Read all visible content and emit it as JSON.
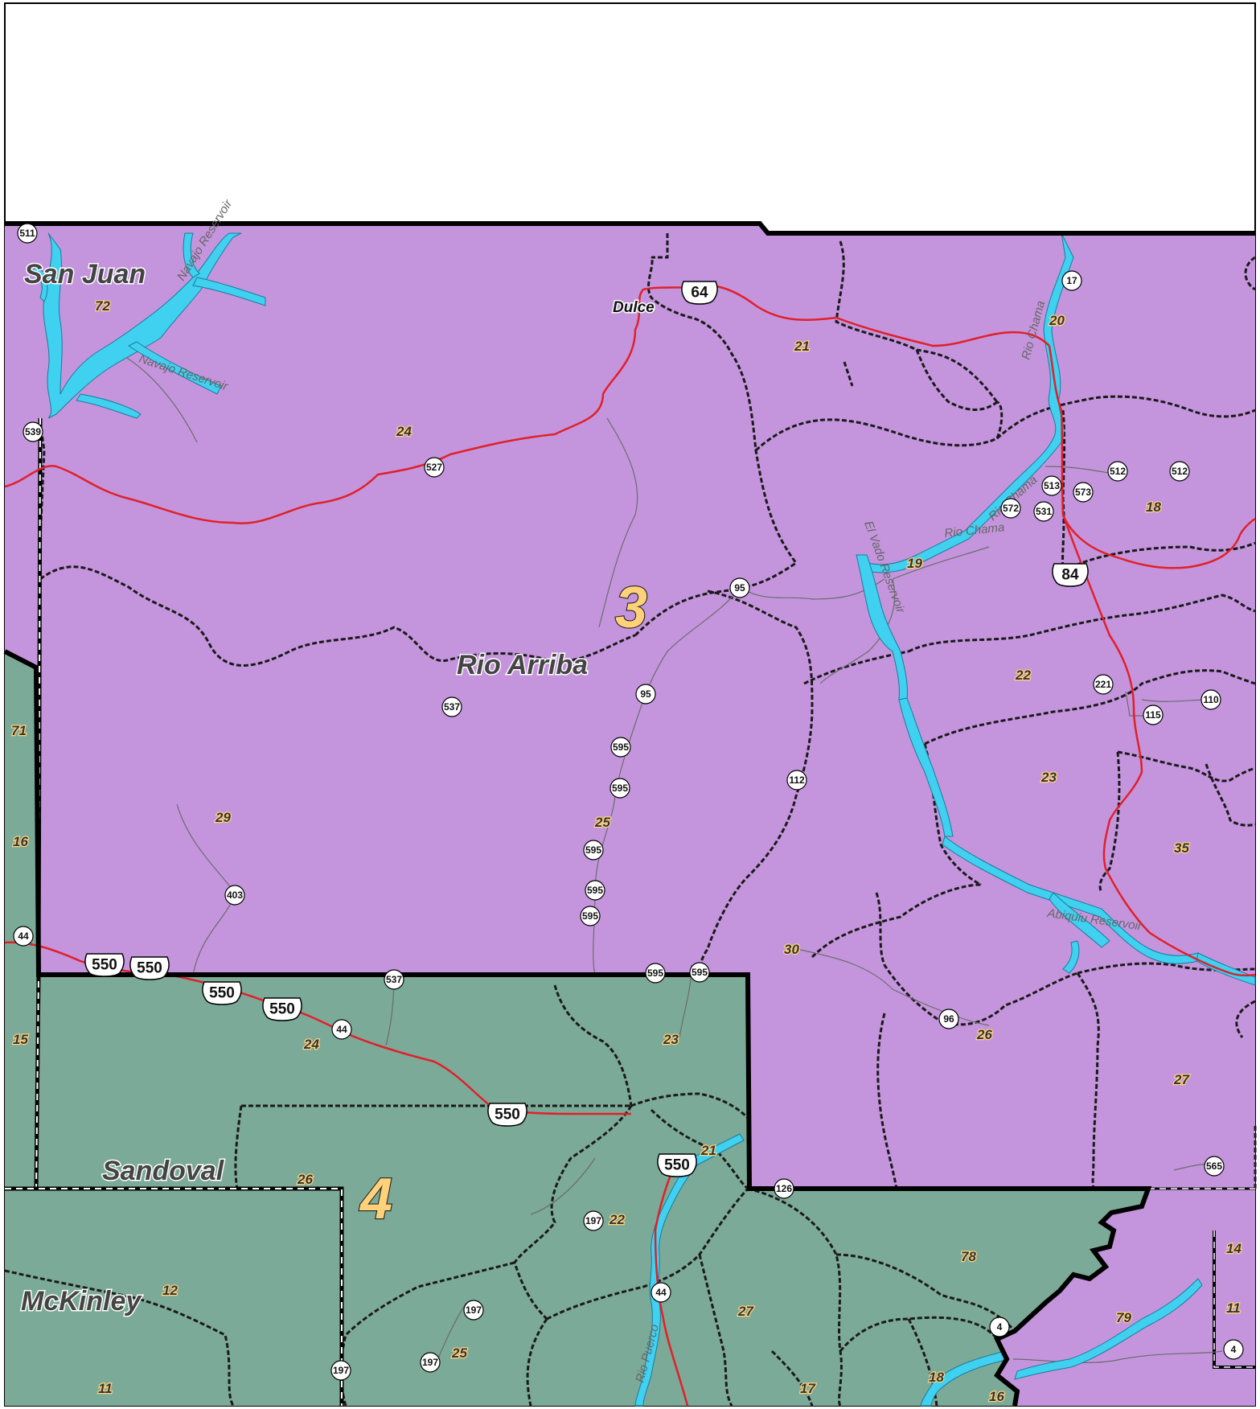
{
  "counties": [
    {
      "id": "san-juan",
      "name": "San Juan"
    },
    {
      "id": "rio-arriba",
      "name": "Rio Arriba"
    },
    {
      "id": "sandoval",
      "name": "Sandoval"
    },
    {
      "id": "mckinley",
      "name": "McKinley"
    }
  ],
  "districts": [
    {
      "id": "district-3",
      "label": "3"
    },
    {
      "id": "district-4",
      "label": "4"
    }
  ],
  "places": [
    {
      "id": "dulce",
      "name": "Dulce"
    }
  ],
  "water_labels": [
    {
      "id": "navajo-reservoir-1",
      "name": "Navajo Reservoir"
    },
    {
      "id": "navajo-reservoir-2",
      "name": "Navajo Reservoir"
    },
    {
      "id": "rio-chama-1",
      "name": "Rio Chama"
    },
    {
      "id": "rio-chama-2",
      "name": "Rio Chama"
    },
    {
      "id": "rio-chama-3",
      "name": "Rio Chama"
    },
    {
      "id": "el-vado-reservoir",
      "name": "El Vado Reservoir"
    },
    {
      "id": "abiquiu-reservoir",
      "name": "Abiquiu Reservoir"
    },
    {
      "id": "rio-puerco",
      "name": "Rio Puerco"
    }
  ],
  "subdistricts": [
    "72",
    "24",
    "21",
    "20",
    "18",
    "19",
    "22",
    "23",
    "35",
    "29",
    "25",
    "30",
    "26",
    "27",
    "71",
    "16",
    "15",
    "24",
    "23",
    "21",
    "26",
    "22",
    "12",
    "11",
    "25",
    "27",
    "17",
    "18",
    "16",
    "78",
    "79",
    "14",
    "11"
  ],
  "state_routes": [
    "511",
    "539",
    "527",
    "17",
    "512",
    "512",
    "513",
    "573",
    "572",
    "531",
    "95",
    "95",
    "537",
    "595",
    "595",
    "595",
    "595",
    "595",
    "595",
    "595",
    "221",
    "110",
    "115",
    "112",
    "403",
    "44",
    "537",
    "44",
    "96",
    "565",
    "126",
    "197",
    "44",
    "197",
    "197",
    "197",
    "4",
    "4"
  ],
  "us_routes": [
    "64",
    "84",
    "550",
    "550",
    "550",
    "550",
    "550",
    "550"
  ],
  "colors": {
    "district_3": "#c495dd",
    "district_4": "#7caa98",
    "water": "#40d0f0",
    "highway": "#e0202a",
    "boundary": "#000000",
    "label_fill": "#ffd27a"
  }
}
